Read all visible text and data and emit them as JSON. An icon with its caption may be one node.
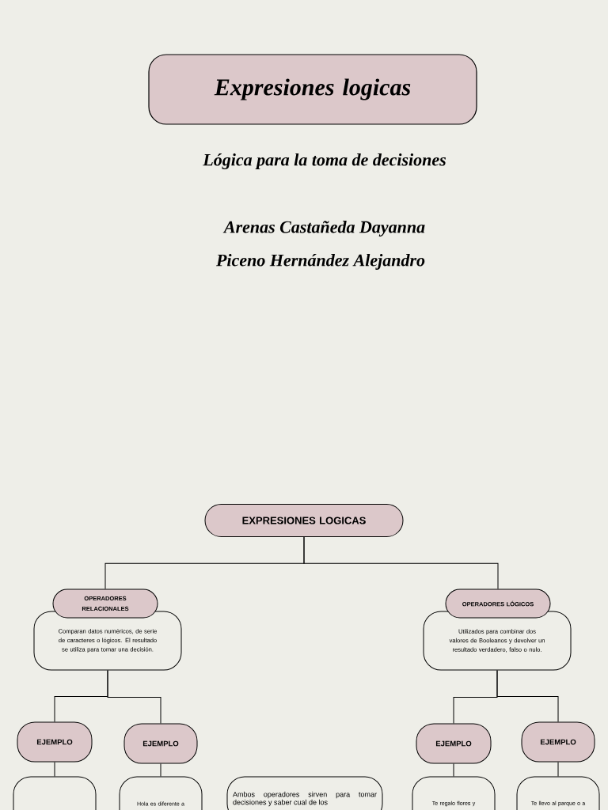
{
  "diagram": {
    "nodes": [
      {
        "text": [
          "Expresiones logicas"
        ]
      },
      {
        "text": [
          "EXPRESIONES LOGICAS"
        ]
      },
      {
        "text": [
          "OPERADORES RELACIONALES"
        ]
      },
      {
        "text": [
          "Comparan  datos numéricos, de serie de caracteres o lógicos. El resultado se utiliza para tomar una decisión."
        ]
      },
      {
        "text": [
          "OPERADORES LÓGICOS"
        ]
      },
      {
        "text": [
          "Utilizados para combinar dos valores de Booleanos y devolver un resultado verdadero, falso o nulo."
        ]
      },
      {
        "text": [
          "EJEMPLO"
        ]
      },
      {
        "text": [
          "EJEMPLO"
        ]
      },
      {
        "text": [
          "EJEMPLO"
        ]
      },
      {
        "text": [
          "EJEMPLO"
        ]
      },
      {
        "text": [],
        "shape": "box"
      },
      {
        "text": [
          "Hola es diferente a"
        ]
      },
      {
        "text": [
          "Ambos operadores sirven para tomar decisiones y saber cual de los"
        ]
      },
      {
        "text": [
          "Te regalo flores y"
        ]
      },
      {
        "text": [
          "Te llevo al parque o a"
        ]
      }
    ],
    "edges": [
      {
        "from": 1,
        "to": 2,
        "arrow": "none"
      },
      {
        "from": 1,
        "to": 4,
        "arrow": "none"
      },
      {
        "from": 3,
        "to": 6,
        "arrow": "none"
      },
      {
        "from": 3,
        "to": 7,
        "arrow": "none"
      },
      {
        "from": 5,
        "to": 8,
        "arrow": "none"
      },
      {
        "from": 5,
        "to": 9,
        "arrow": "none"
      },
      {
        "from": 6,
        "to": 10,
        "arrow": "none"
      },
      {
        "from": 7,
        "to": 11,
        "arrow": "none"
      },
      {
        "from": 8,
        "to": 13,
        "arrow": "none"
      },
      {
        "from": 9,
        "to": 14,
        "arrow": "none"
      }
    ],
    "labels": [
      "Lógica para la toma de decisiones",
      "Arenas Castañeda Dayanna",
      "Piceno Hernández Alejandro"
    ]
  }
}
